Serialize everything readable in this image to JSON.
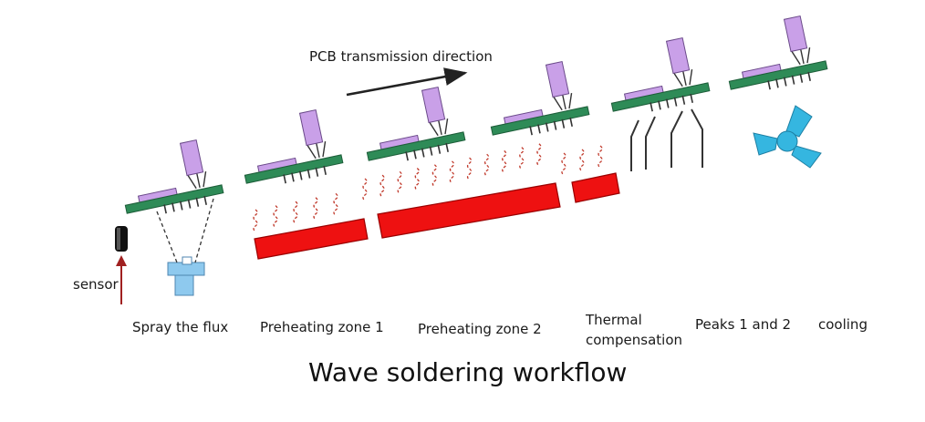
{
  "direction_label": "PCB transmission direction",
  "sensor_label": "sensor",
  "stages": [
    "Spray the flux",
    "Preheating zone 1",
    "Preheating zone 2",
    "Thermal compensation",
    "Peaks 1 and 2",
    "cooling"
  ],
  "title": "Wave soldering workflow",
  "colors": {
    "board": "#2e8b57",
    "component": "#c9a0e8",
    "heater": "#ee1111",
    "fan": "#35b6e0",
    "nozzle": "#8ec9ee",
    "heat_wave": "#c0392b"
  }
}
